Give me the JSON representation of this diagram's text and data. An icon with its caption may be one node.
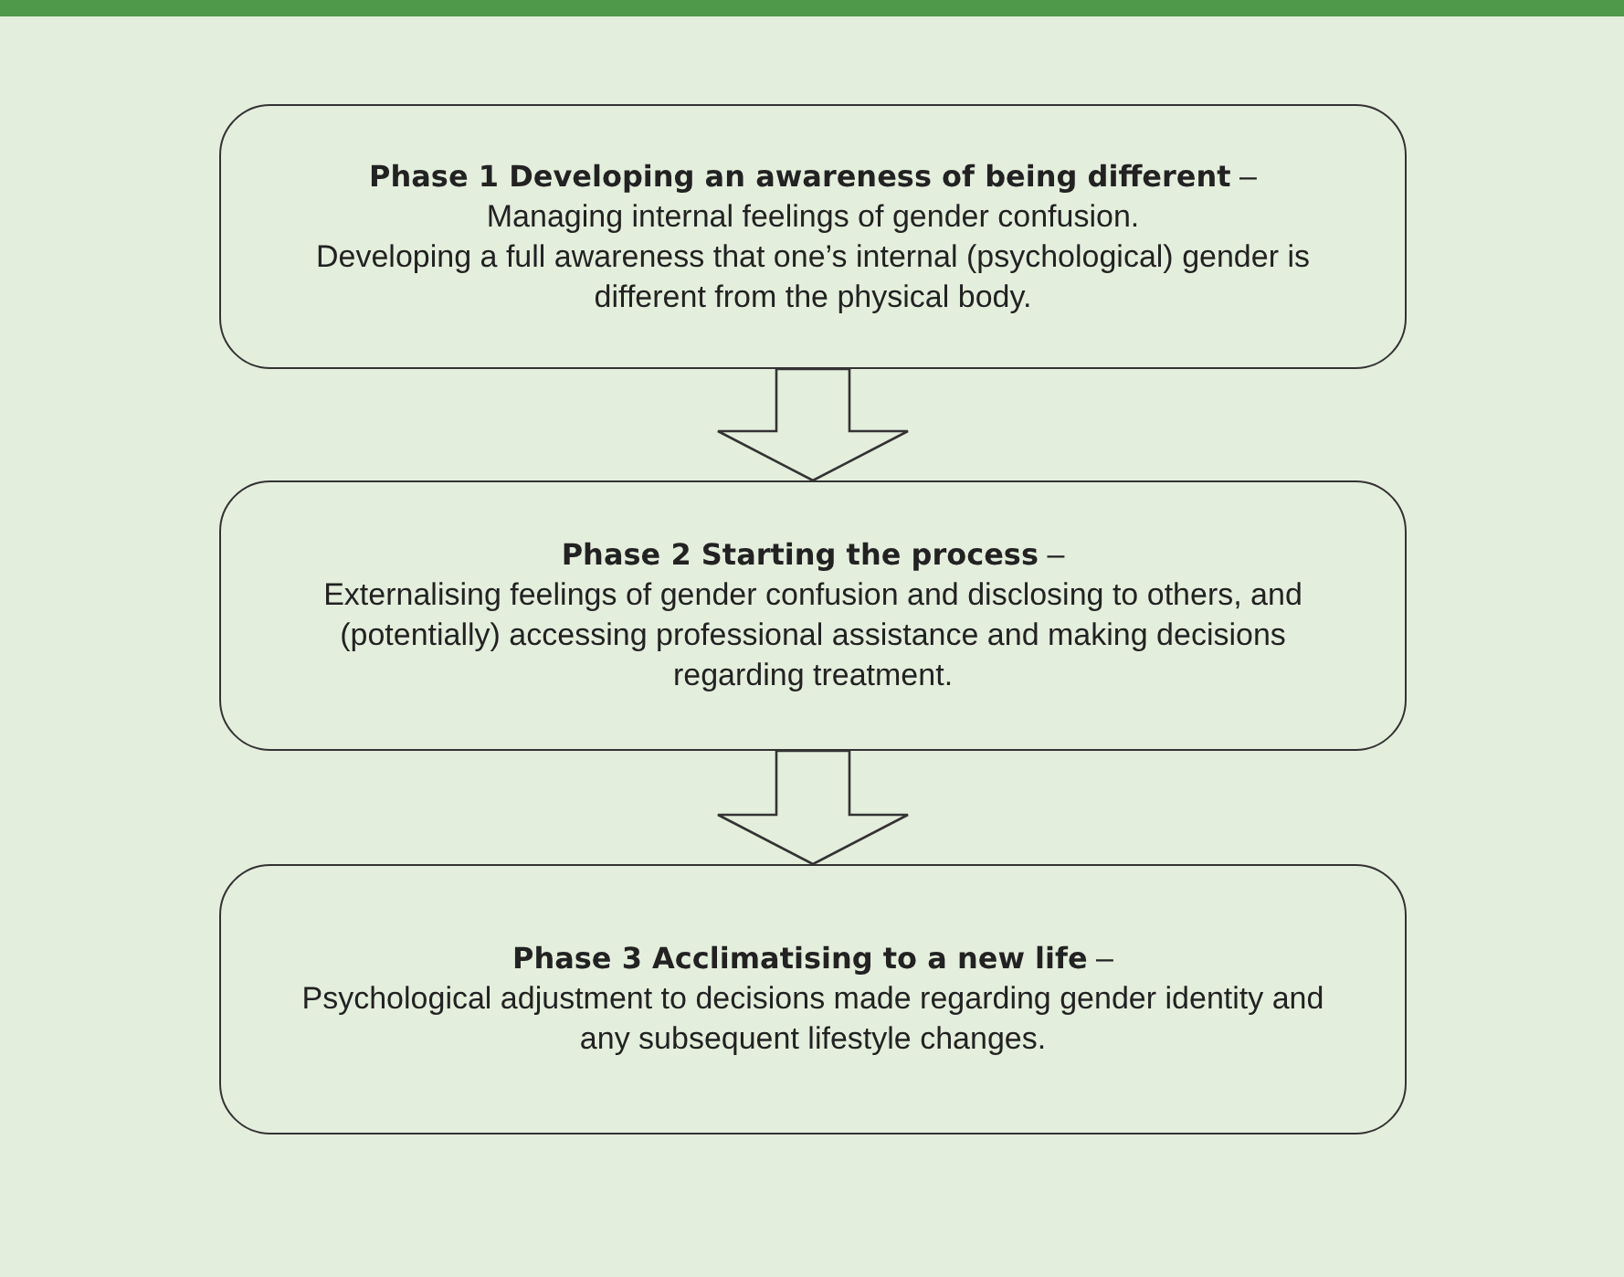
{
  "diagram": {
    "nodes": [
      {
        "text": [
          "**Phase 1 Developing an awareness of being different** –",
          "Managing internal feelings of gender confusion.",
          "Developing a full awareness that one’s internal (psychological) gender is different from the physical body."
        ]
      },
      {
        "text": [
          "**Phase 2 Starting the process** –",
          "Externalising feelings of gender confusion and disclosing to others, and (potentially) accessing professional assistance and making decisions regarding treatment."
        ]
      },
      {
        "text": [
          "**Phase 3 Acclimatising to a new life** –",
          "Psychological adjustment to decisions made regarding gender identity and any subsequent lifestyle changes."
        ]
      }
    ],
    "edges": [
      {
        "from": 0,
        "to": 1,
        "arrow": "to"
      },
      {
        "from": 1,
        "to": 2,
        "arrow": "to"
      }
    ]
  }
}
